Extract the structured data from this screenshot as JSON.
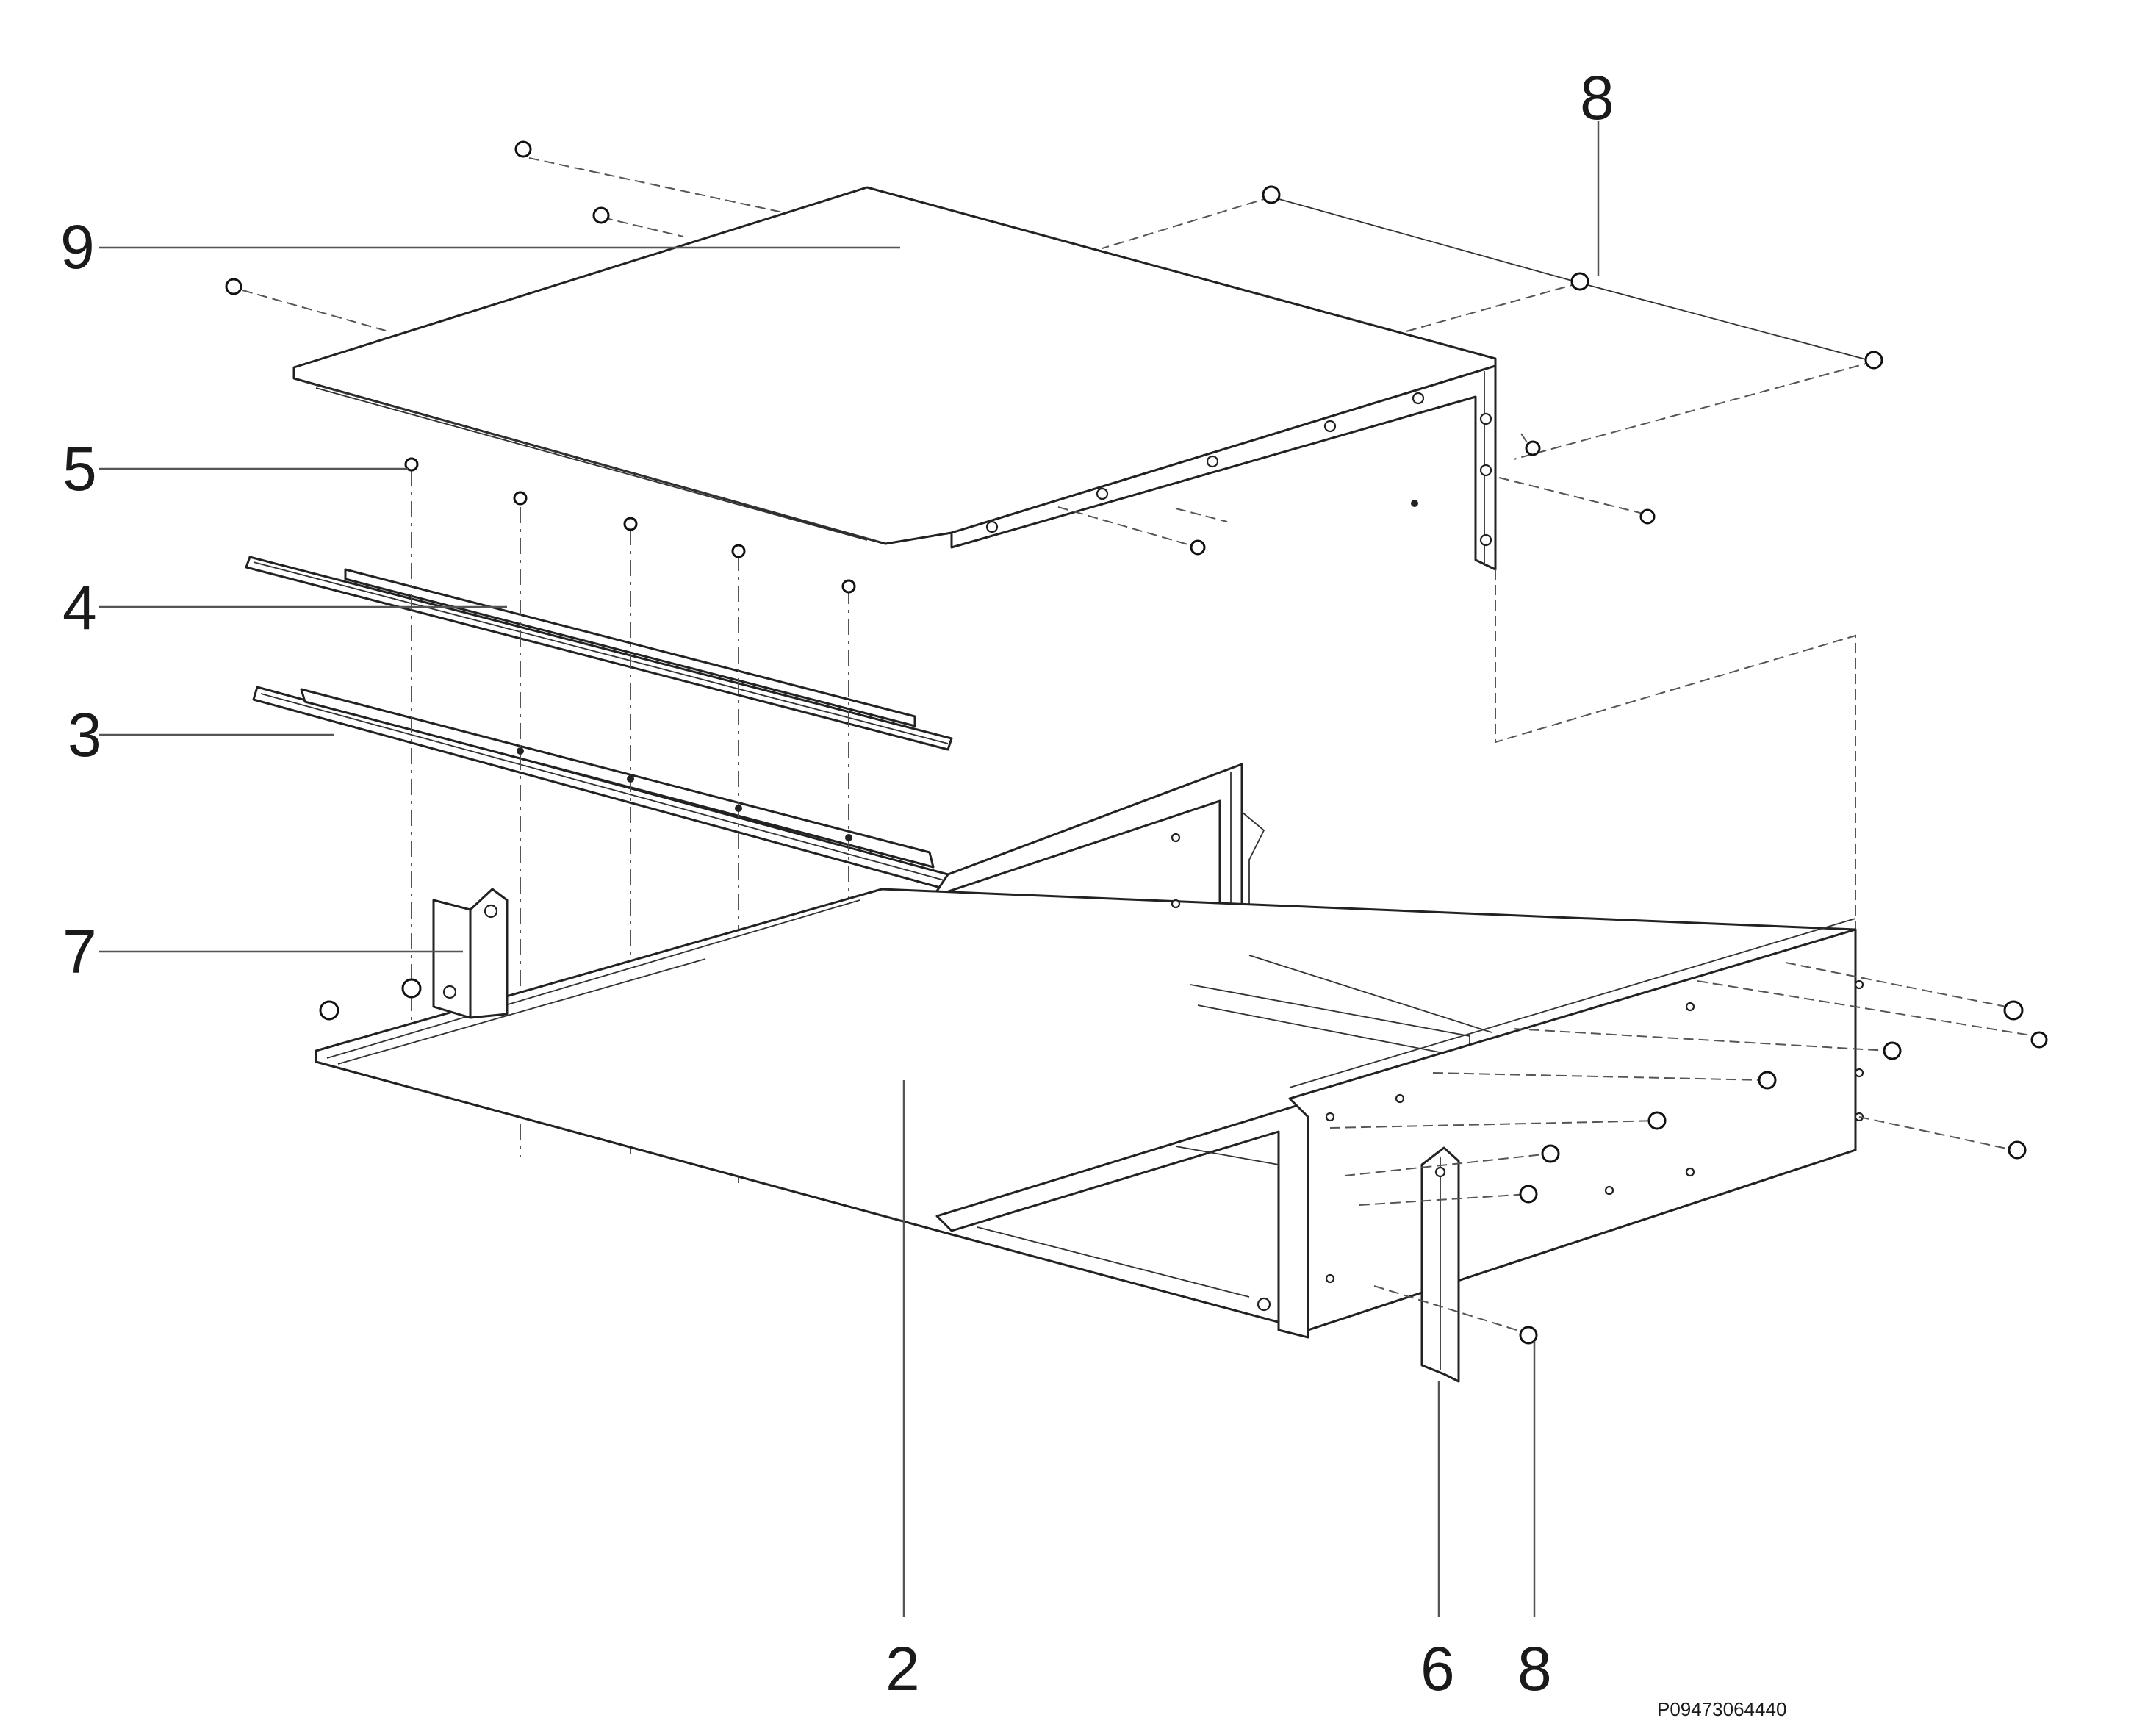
{
  "callouts": {
    "c9": "9",
    "c8_top": "8",
    "c5": "5",
    "c4": "4",
    "c3": "3",
    "c7": "7",
    "c2": "2",
    "c6": "6",
    "c8_bottom": "8"
  },
  "reference_code": "P09473064440"
}
